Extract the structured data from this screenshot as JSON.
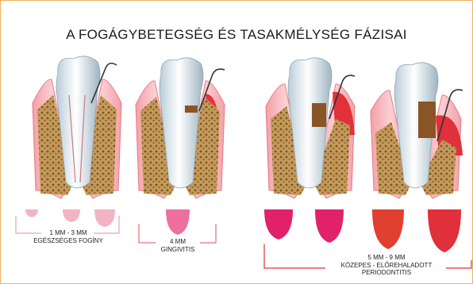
{
  "title": "A FOGÁGYBETEGSÉG ÉS TASAKMÉLYSÉG FÁZISAI",
  "stages": [
    {
      "depth": "1 MM - 3 MM",
      "name": "EGÉSZSÉGES FOGÍNY"
    },
    {
      "depth": "4 MM",
      "name": "GINGIVITIS"
    },
    {
      "depth": "5 MM - 9 MM",
      "name": "KÖZEPES - ELŐREHALADOTT",
      "name2": "PERIODONTITIS"
    }
  ],
  "colors": {
    "healthy_gum": "#f2b4c2",
    "gingivitis_gum": "#ee6f9e",
    "moderate_gum": "#e2216b",
    "advanced_gum": "#e0402f",
    "frame": "#f0b060",
    "bracket": "#e0303a"
  }
}
